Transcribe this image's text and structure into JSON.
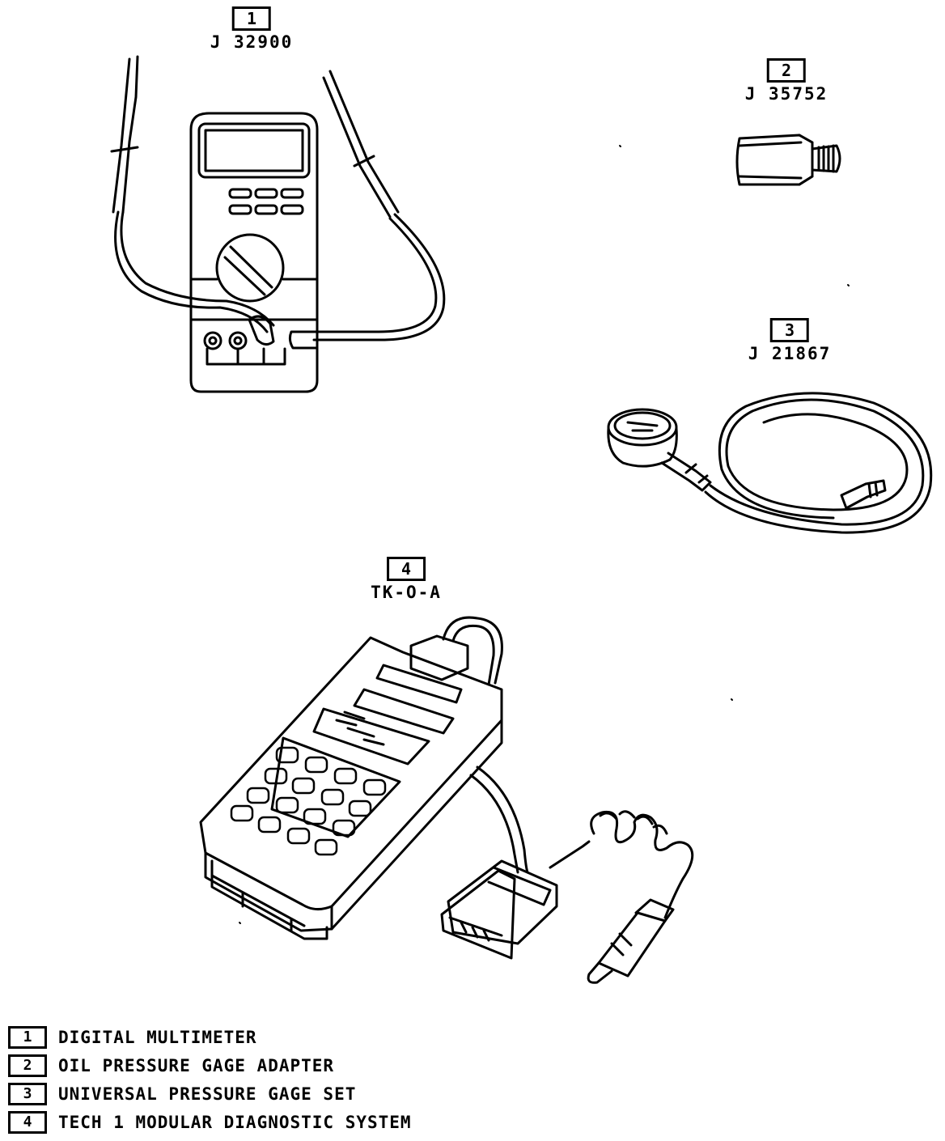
{
  "callouts": [
    {
      "num": "1",
      "part": "J 32900"
    },
    {
      "num": "2",
      "part": "J 35752"
    },
    {
      "num": "3",
      "part": "J 21867"
    },
    {
      "num": "4",
      "part": "TK-O-A"
    }
  ],
  "legend": [
    {
      "num": "1",
      "text": "DIGITAL MULTIMETER"
    },
    {
      "num": "2",
      "text": "OIL PRESSURE GAGE ADAPTER"
    },
    {
      "num": "3",
      "text": "UNIVERSAL PRESSURE GAGE SET"
    },
    {
      "num": "4",
      "text": "TECH 1 MODULAR DIAGNOSTIC SYSTEM"
    }
  ]
}
